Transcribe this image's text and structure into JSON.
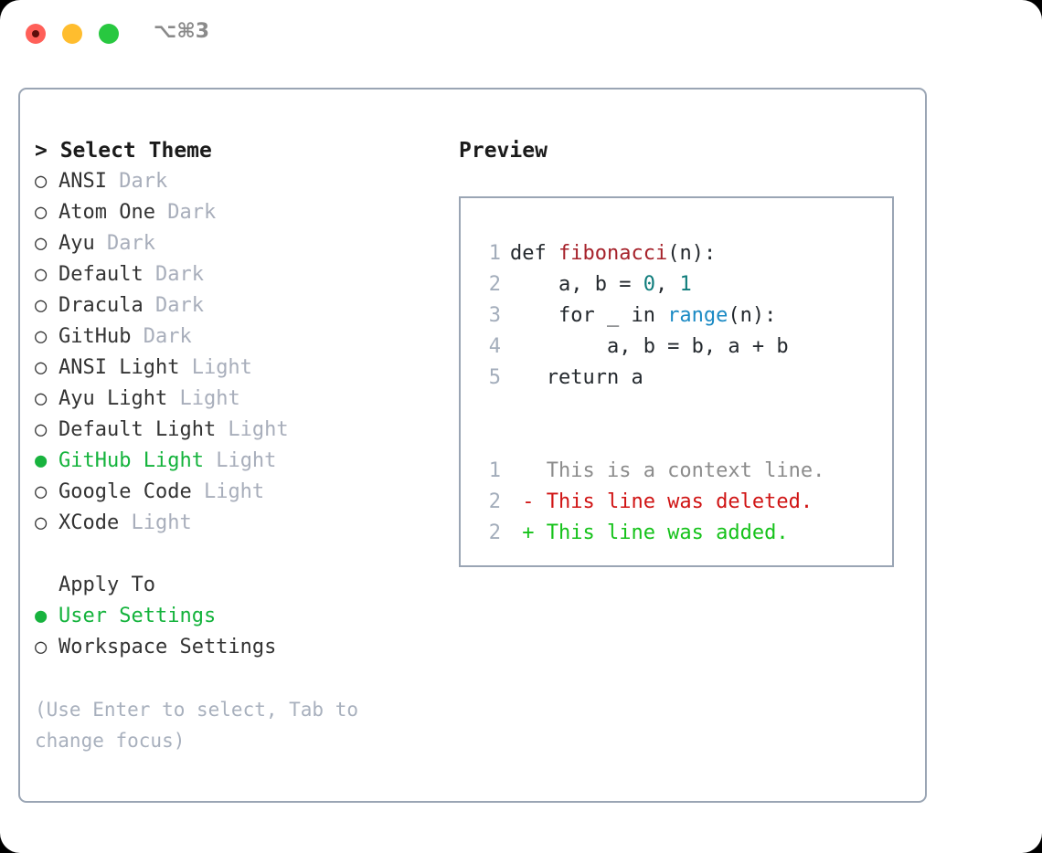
{
  "titlebar": {
    "traffic_lights": [
      "close-red",
      "minimize-yellow",
      "maximize-green"
    ],
    "shortcut": "⌥⌘3"
  },
  "left": {
    "header": "> Select Theme",
    "themes": [
      {
        "marker": "○",
        "name": "ANSI",
        "kind": "Dark",
        "selected": false
      },
      {
        "marker": "○",
        "name": "Atom One",
        "kind": "Dark",
        "selected": false
      },
      {
        "marker": "○",
        "name": "Ayu",
        "kind": "Dark",
        "selected": false
      },
      {
        "marker": "○",
        "name": "Default",
        "kind": "Dark",
        "selected": false
      },
      {
        "marker": "○",
        "name": "Dracula",
        "kind": "Dark",
        "selected": false
      },
      {
        "marker": "○",
        "name": "GitHub",
        "kind": "Dark",
        "selected": false
      },
      {
        "marker": "○",
        "name": "ANSI Light",
        "kind": "Light",
        "selected": false
      },
      {
        "marker": "○",
        "name": "Ayu Light",
        "kind": "Light",
        "selected": false
      },
      {
        "marker": "○",
        "name": "Default Light",
        "kind": "Light",
        "selected": false
      },
      {
        "marker": "●",
        "name": "GitHub Light",
        "kind": "Light",
        "selected": true
      },
      {
        "marker": "○",
        "name": "Google Code",
        "kind": "Light",
        "selected": false
      },
      {
        "marker": "○",
        "name": "XCode",
        "kind": "Light",
        "selected": false
      }
    ],
    "apply_to_header": "Apply To",
    "apply_to": [
      {
        "marker": "●",
        "name": "User Settings",
        "selected": true
      },
      {
        "marker": "○",
        "name": "Workspace Settings",
        "selected": false
      }
    ],
    "hint": "(Use Enter to select, Tab to change focus)"
  },
  "right": {
    "header": "Preview",
    "code_lines": [
      {
        "no": "1",
        "segments": [
          {
            "t": "def ",
            "c": "plain"
          },
          {
            "t": "fibonacci",
            "c": "fn"
          },
          {
            "t": "(n):",
            "c": "plain"
          }
        ]
      },
      {
        "no": "2",
        "segments": [
          {
            "t": "    a, b = ",
            "c": "plain"
          },
          {
            "t": "0",
            "c": "num"
          },
          {
            "t": ", ",
            "c": "plain"
          },
          {
            "t": "1",
            "c": "num"
          }
        ]
      },
      {
        "no": "3",
        "segments": [
          {
            "t": "    for _ in ",
            "c": "plain"
          },
          {
            "t": "range",
            "c": "call"
          },
          {
            "t": "(n):",
            "c": "plain"
          }
        ]
      },
      {
        "no": "4",
        "segments": [
          {
            "t": "        a, b = b, a + b",
            "c": "plain"
          }
        ]
      },
      {
        "no": "5",
        "segments": [
          {
            "t": "   return a",
            "c": "plain"
          }
        ]
      },
      {
        "no": "",
        "segments": [
          {
            "t": " ",
            "c": "plain"
          }
        ]
      },
      {
        "no": "",
        "segments": [
          {
            "t": " ",
            "c": "plain"
          }
        ]
      },
      {
        "no": "1",
        "segments": [
          {
            "t": "   This is a context line.",
            "c": "ctx"
          }
        ]
      },
      {
        "no": "2",
        "segments": [
          {
            "t": " - This line was deleted.",
            "c": "del"
          }
        ]
      },
      {
        "no": "2",
        "segments": [
          {
            "t": " + This line was added.",
            "c": "add"
          }
        ]
      }
    ]
  },
  "colors": {
    "accent_green": "#14b33c",
    "muted": "#a8aebb",
    "border": "#9aa5b4",
    "diff_add": "#15c21a",
    "diff_del": "#d01414",
    "syntax_fn": "#a6222b",
    "syntax_num": "#0e7c7b",
    "syntax_call": "#1b8ac4"
  }
}
